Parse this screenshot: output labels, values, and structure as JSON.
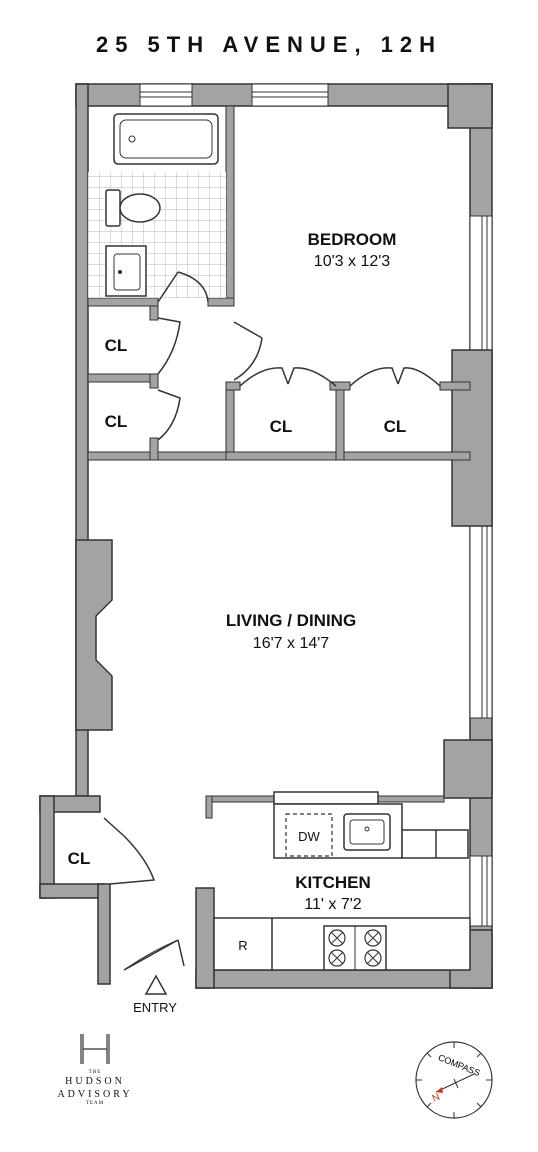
{
  "title": "25 5TH AVENUE, 12H",
  "rooms": {
    "bedroom": {
      "name": "BEDROOM",
      "dims": "10'3 x 12'3"
    },
    "living": {
      "name": "LIVING / DINING",
      "dims": "16'7 x 14'7"
    },
    "kitchen": {
      "name": "KITCHEN",
      "dims": "11' x 7'2"
    }
  },
  "closets": {
    "label": "CL"
  },
  "fixtures": {
    "dishwasher": "DW",
    "refrigerator": "R"
  },
  "entry": "ENTRY",
  "logo": {
    "the": "THE",
    "line1": "HUDSON",
    "line2": "ADVISORY",
    "team": "TEAM",
    "mark": "H"
  },
  "compass": {
    "label": "COMPASS",
    "north": "N"
  },
  "colors": {
    "wall": "#a3a3a3",
    "wall_outline": "#333333",
    "tile": "#b8b8b8"
  }
}
